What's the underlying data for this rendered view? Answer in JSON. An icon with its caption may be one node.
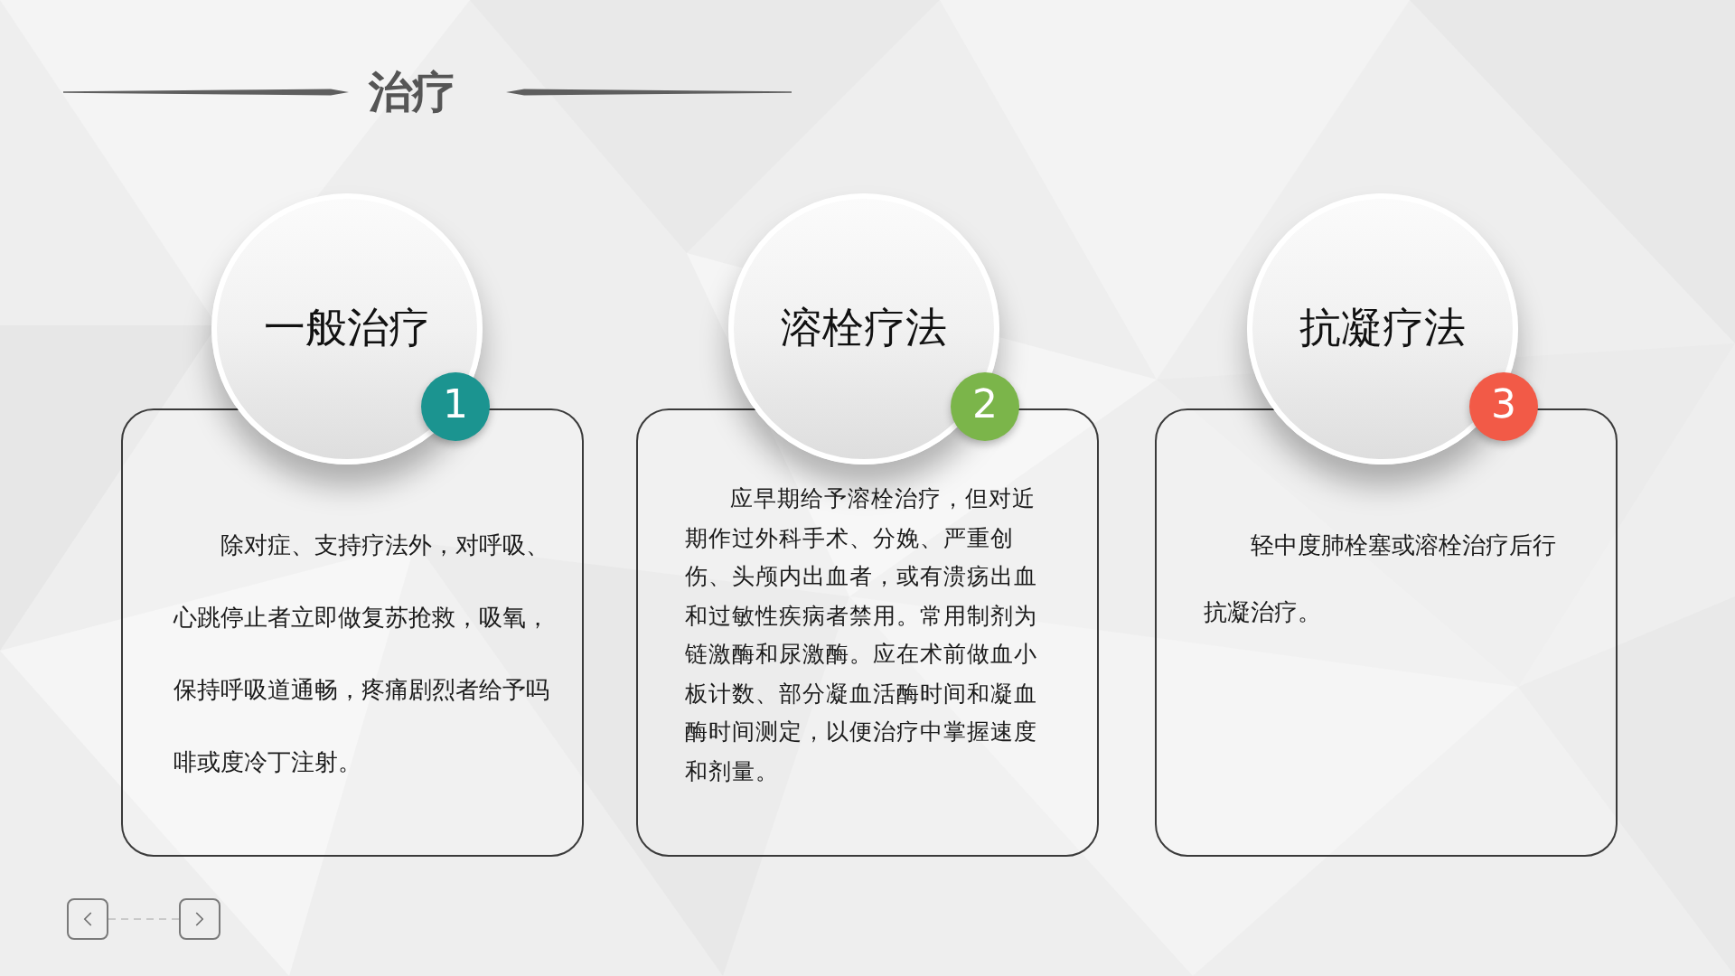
{
  "diagram": {
    "title": "治疗",
    "nodes": [
      {
        "text": [
          "一般治疗"
        ]
      },
      {
        "text": [
          "1"
        ]
      },
      {
        "text": [
          "除对症、支持疗法外，对呼吸、心跳停止者立即做复苏抢救，吸氧，保持呼吸道通畅，疼痛剧烈者给予吗啡或度冷丁注射。"
        ]
      },
      {
        "text": [
          "溶栓疗法"
        ]
      },
      {
        "text": [
          "2"
        ]
      },
      {
        "text": [
          "应早期给予溶栓治疗，但对近期作过外科手术、分娩、严重创伤、头颅内出血者，或有溃疡出血和过敏性疾病者禁用。常用制剂为链激酶和尿激酶。应在术前做血小板计数、部分凝血活酶时间和凝血酶时间测定，以便治疗中掌握速度和剂量。"
        ]
      },
      {
        "text": [
          "抗凝疗法"
        ]
      },
      {
        "text": [
          "3"
        ]
      },
      {
        "text": [
          "轻中度肺栓塞或溶栓治疗后行抗凝治疗。"
        ]
      },
      {
        "text": [],
        "shape": "box"
      },
      {
        "text": [],
        "shape": "box"
      }
    ],
    "edges": [
      {
        "from": 9,
        "to": 10,
        "arrow": "none",
        "style": "dashed"
      }
    ]
  }
}
